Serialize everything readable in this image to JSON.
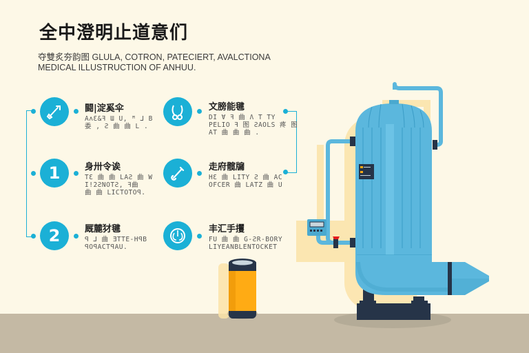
{
  "header": {
    "title": "全中澄明止道意们",
    "subtitle_line1": "夺雙炙夯韵图 GLULA, COTRON, PATECIERT, AVALCTIONA",
    "subtitle_line2": "MEDICAL ILLUSTRUCTION OF ANHUU."
  },
  "items": [
    {
      "icon": "wrench-icon",
      "label": "",
      "heading": "闘|淀奚伞",
      "body": [
        "AʌƐ&ꟻ Ɯ U, ꟸ ⅃ B",
        "委 , Ƨ 曲 曲 L ."
      ]
    },
    {
      "icon": "stethoscope-icon",
      "label": "",
      "heading": "文膀能毽",
      "body": [
        "DI Ɐ ꟻ 曲 Ʌ T TY",
        "PELIO ꟻ 图 ƧAOLS 疼 图",
        "AT 曲 曲 曲 ."
      ]
    },
    {
      "icon": "number-1-icon",
      "label": "1",
      "heading": "身卅令诶",
      "body": [
        "TƐ 曲 曲 LAƧ 曲 W",
        "I!2ƧNOTƧ, ꟻ曲",
        "曲 曲 LICTOTOꟼ."
      ]
    },
    {
      "icon": "thermometer-icon",
      "label": "",
      "heading": "走府髋牖",
      "body": [
        "HƐ 曲 LITY Ƨ 曲 AC",
        "OFCER 曲 LATZ 曲 U"
      ]
    },
    {
      "icon": "number-2-icon",
      "label": "2",
      "heading": "厩麓犲毽",
      "body": [
        "ꟼ ⅃ 曲 ƎTTE-HꟼB",
        "ꟼOꟼACTꟼAU."
      ]
    },
    {
      "icon": "lung-icon",
      "label": "",
      "heading": "丰汇手攫",
      "body": [
        "FU 曲 曲 G-ƧR-BORY",
        "LIYEANBLENTOCKET"
      ]
    }
  ],
  "colors": {
    "background": "#fdf8e7",
    "floor": "#c4b9a4",
    "accent": "#1bb0d6",
    "tank": "#5bb7dd",
    "tank_dark": "#3a9cc6",
    "shadow": "#fbe3a8",
    "canister": "#ffab14",
    "base": "#263448",
    "valve": "#e51c1c"
  }
}
